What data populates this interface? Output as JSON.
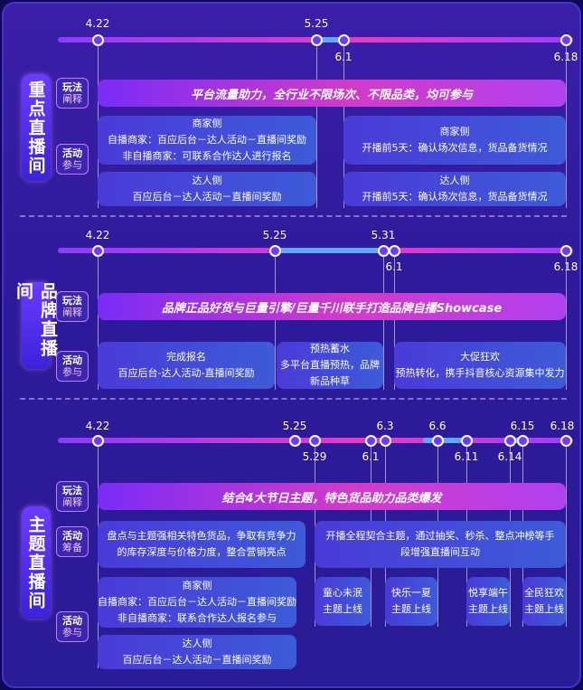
{
  "s1": {
    "title": "重点直播间",
    "tag_play": [
      "玩法",
      "阐释"
    ],
    "tag_act": [
      "活动",
      "参与"
    ],
    "dates": {
      "d1": "4.22",
      "d2": "5.25",
      "d3": "6.1",
      "d4": "6.18"
    },
    "banner": "平台流量助力，全行业不限场次、不限品类，均可参与",
    "box_merchant_left": {
      "title": "商家侧",
      "l1": "自播商家：百应后台－达人活动－直播间奖励",
      "l2": "非自播商家：可联系合作达人进行报名"
    },
    "box_merchant_right": {
      "title": "商家侧",
      "l1": "开播前5天：确认场次信息，货品备货情况"
    },
    "box_kol_left": {
      "title": "达人侧",
      "l1": "百应后台－达人活动－直播间奖励"
    },
    "box_kol_right": {
      "title": "达人侧",
      "l1": "开播前5天：确认场次信息，货品备货情况"
    }
  },
  "s2": {
    "title": "品牌直播间",
    "tag_play": [
      "玩法",
      "阐释"
    ],
    "tag_act": [
      "活动",
      "参与"
    ],
    "dates": {
      "d1": "4.22",
      "d2": "5.25",
      "d3": "5.31",
      "d4": "6.1",
      "d5": "6.18"
    },
    "banner": "品牌正品好货与巨量引擎/巨量千川联手打造品牌自播Showcase",
    "box1": {
      "title": "完成报名",
      "l1": "百应后台-达人活动-直播间奖励"
    },
    "box2": {
      "title": "预热蓄水",
      "l1": "多平台直播预热，品牌",
      "l2": "新品种草"
    },
    "box3": {
      "title": "大促狂欢",
      "l1": "预热转化，携手抖音核心资源集中发力"
    }
  },
  "s3": {
    "title": "主题直播间",
    "tag_play": [
      "玩法",
      "阐释"
    ],
    "tag_prep": [
      "活动",
      "筹备"
    ],
    "tag_act": [
      "活动",
      "参与"
    ],
    "dates": {
      "d1": "4.22",
      "d2": "5.25",
      "d3": "5.29",
      "d4": "6.1",
      "d5": "6.3",
      "d6": "6.6",
      "d7": "6.11",
      "d8": "6.14",
      "d9": "6.15",
      "d10": "6.18"
    },
    "banner": "结合4大节日主题，特色货品助力品类爆发",
    "prep_left": {
      "l1": "盘点与主题强相关特色货品，争取有竞争力",
      "l2": "的库存深度与价格力度，整合营销亮点"
    },
    "prep_right": {
      "l1": "开播全程契合主题，通过抽奖、秒杀、整点冲榜等手",
      "l2": "段增强直播间互动"
    },
    "merchant": {
      "title": "商家侧",
      "l1": "自播商家：百应后台－达人活动－直播间奖励",
      "l2": "非自播商家：联系合作达人报名参与"
    },
    "kol": {
      "title": "达人侧",
      "l1": "百应后台－达人活动－直播间奖励"
    },
    "themes": [
      {
        "l1": "童心未泯",
        "l2": "主题上线"
      },
      {
        "l1": "快乐一夏",
        "l2": "主题上线"
      },
      {
        "l1": "悦享端午",
        "l2": "主题上线"
      },
      {
        "l1": "全民狂欢",
        "l2": "主题上线"
      }
    ]
  }
}
